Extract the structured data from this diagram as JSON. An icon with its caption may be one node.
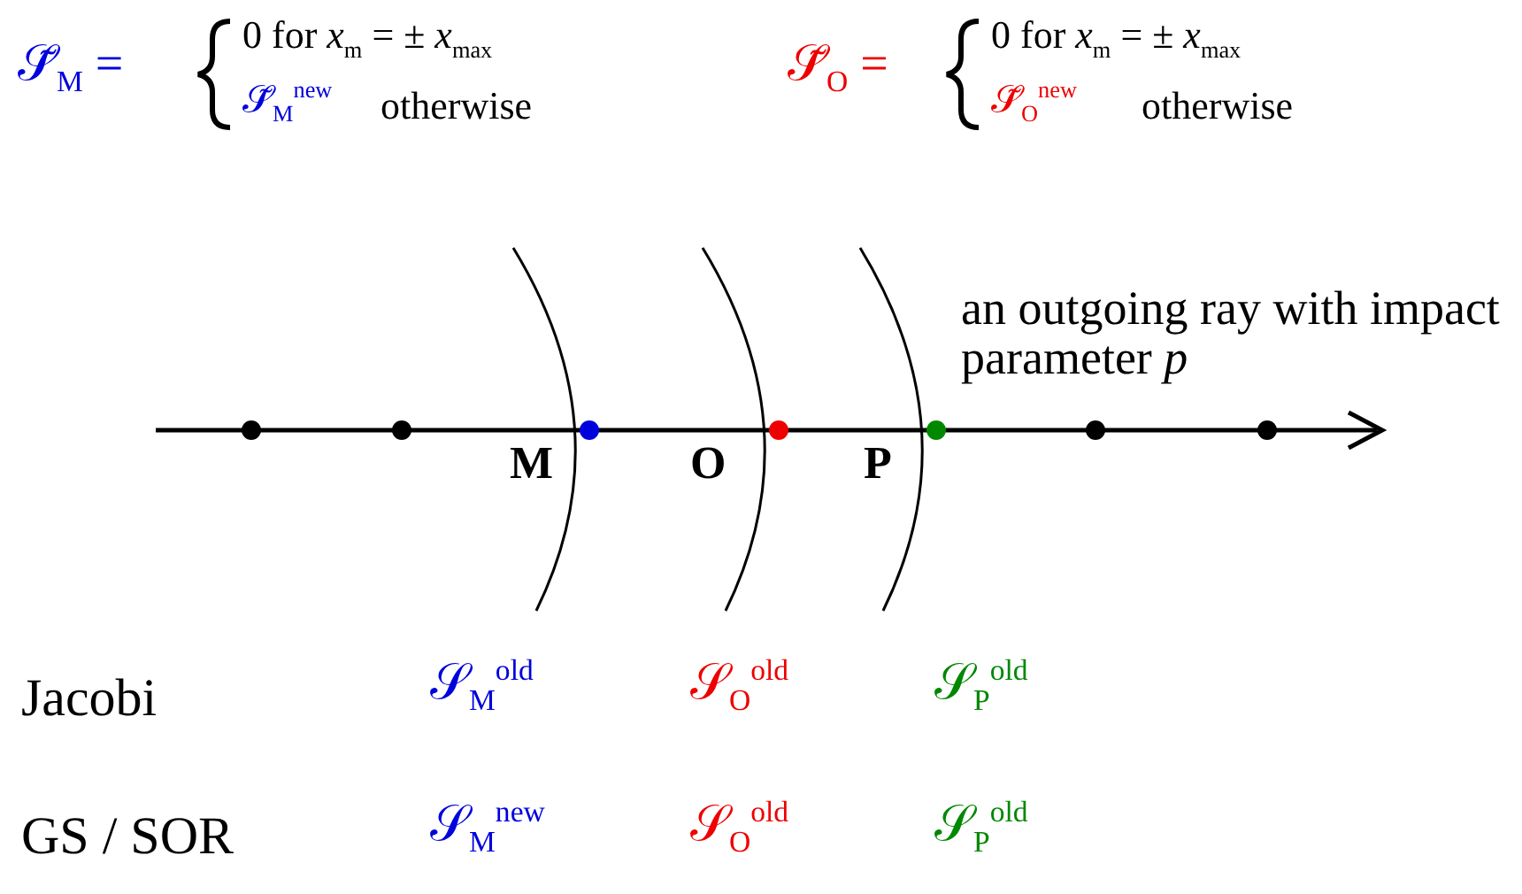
{
  "diagram": {
    "labels": [
      "𝒮̃$_{M}$ =",
      "0 for *x*$_{m}$ = ± *x*$_{max}$",
      "𝒮̃$_{M}$$^{new}$",
      "otherwise",
      "𝒮̃$_{O}$ =",
      "0 for *x*$_{m}$ = ± *x*$_{max}$",
      "𝒮̃$_{O}$$^{new}$",
      "otherwise",
      "an outgoing ray with impact parameter *p*",
      "M",
      "O",
      "P",
      "Jacobi",
      "𝒮$_{M}$$^{old}$",
      "𝒮$_{O}$$^{old}$",
      "𝒮$_{P}$$^{old}$",
      "GS / SOR",
      "𝒮$_{M}$$^{new}$",
      "𝒮$_{O}$$^{old}$",
      "𝒮$_{P}$$^{old}$"
    ]
  }
}
